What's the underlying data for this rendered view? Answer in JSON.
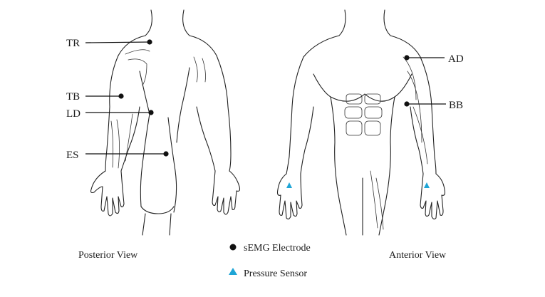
{
  "colors": {
    "electrode": "#111111",
    "pressure_sensor": "#1ea5d6",
    "line": "#222222"
  },
  "posterior": {
    "caption": "Posterior View",
    "labels": {
      "tr": "TR",
      "tb": "TB",
      "ld": "LD",
      "es": "ES"
    }
  },
  "anterior": {
    "caption": "Anterior View",
    "labels": {
      "ad": "AD",
      "bb": "BB"
    }
  },
  "legend": {
    "electrode": {
      "icon": "black-dot-icon",
      "label": "sEMG Electrode"
    },
    "pressure": {
      "icon": "blue-triangle-icon",
      "label": "Pressure Sensor"
    }
  }
}
